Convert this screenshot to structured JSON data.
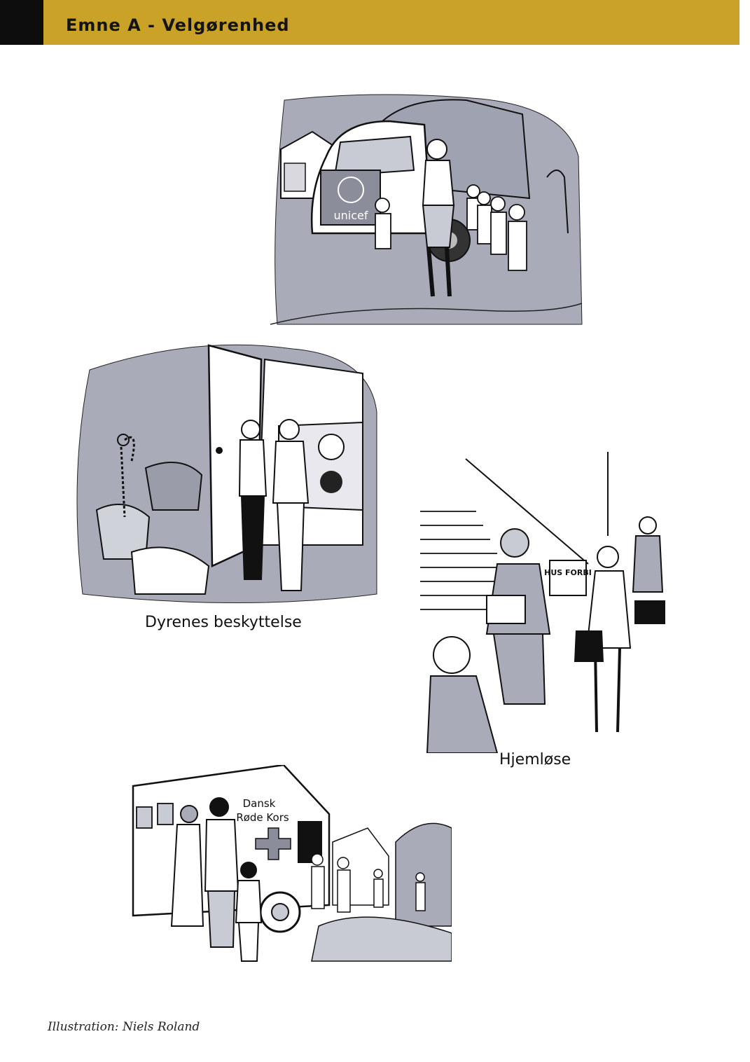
{
  "header": {
    "title": "Emne A - Velgørenhed"
  },
  "illustrations": [
    {
      "name": "unicef-truck",
      "texts": {
        "logo": "unicef"
      }
    },
    {
      "name": "animal-protection",
      "caption": "Dyrenes beskyttelse"
    },
    {
      "name": "homeless",
      "caption": "Hjemløse",
      "texts": {
        "sign": "HUS FORBI"
      }
    },
    {
      "name": "red-cross",
      "texts": {
        "line1": "Dansk",
        "line2": "Røde Kors"
      }
    }
  ],
  "credit": "Illustration: Niels Roland",
  "colors": {
    "header_bar": "#c9a227",
    "header_tab": "#0d0d0d",
    "shade": "#a9abb8"
  }
}
